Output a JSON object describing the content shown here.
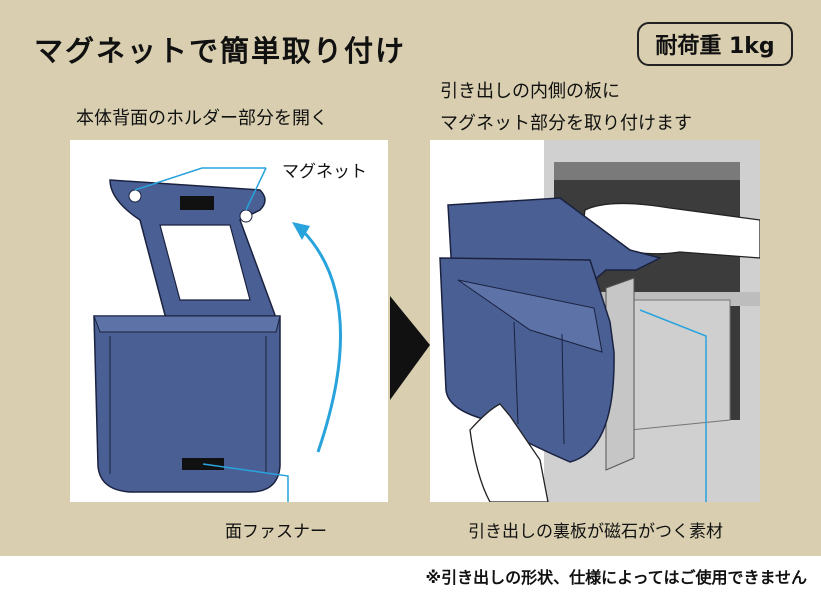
{
  "title": "マグネットで簡単取り付け",
  "load_capacity": "耐荷重 1kg",
  "left_caption": "本体背面のホルダー部分を開く",
  "right_caption_line1": "引き出しの内側の板に",
  "right_caption_line2": "マグネット部分を取り付けます",
  "label_magnet": "マグネット",
  "label_surface_fastener": "面ファスナー",
  "label_drawer_material": "引き出しの裏板が磁石がつく素材",
  "footnote": "※引き出しの形状、仕様によってはご使用できません",
  "colors": {
    "panel": "#d9cfb0",
    "bag": "#4a5f94",
    "accent": "#29a3dc"
  }
}
